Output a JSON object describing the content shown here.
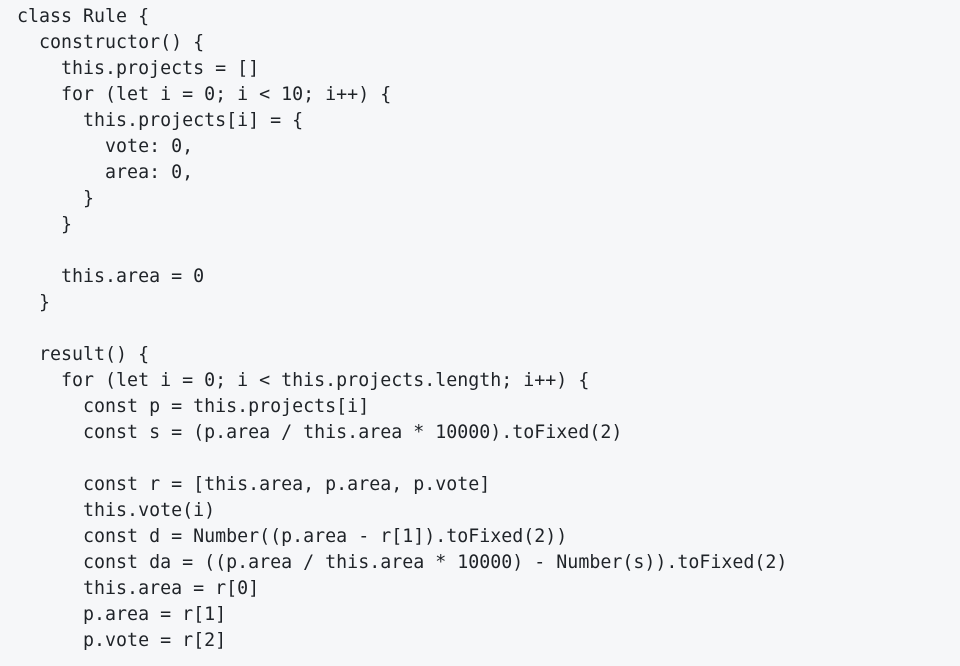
{
  "code": {
    "lines": [
      "class Rule {",
      "  constructor() {",
      "    this.projects = []",
      "    for (let i = 0; i < 10; i++) {",
      "      this.projects[i] = {",
      "        vote: 0,",
      "        area: 0,",
      "      }",
      "    }",
      "",
      "    this.area = 0",
      "  }",
      "",
      "  result() {",
      "    for (let i = 0; i < this.projects.length; i++) {",
      "      const p = this.projects[i]",
      "      const s = (p.area / this.area * 10000).toFixed(2)",
      "",
      "      const r = [this.area, p.area, p.vote]",
      "      this.vote(i)",
      "      const d = Number((p.area - r[1]).toFixed(2))",
      "      const da = ((p.area / this.area * 10000) - Number(s)).toFixed(2)",
      "      this.area = r[0]",
      "      p.area = r[1]",
      "      p.vote = r[2]"
    ]
  }
}
